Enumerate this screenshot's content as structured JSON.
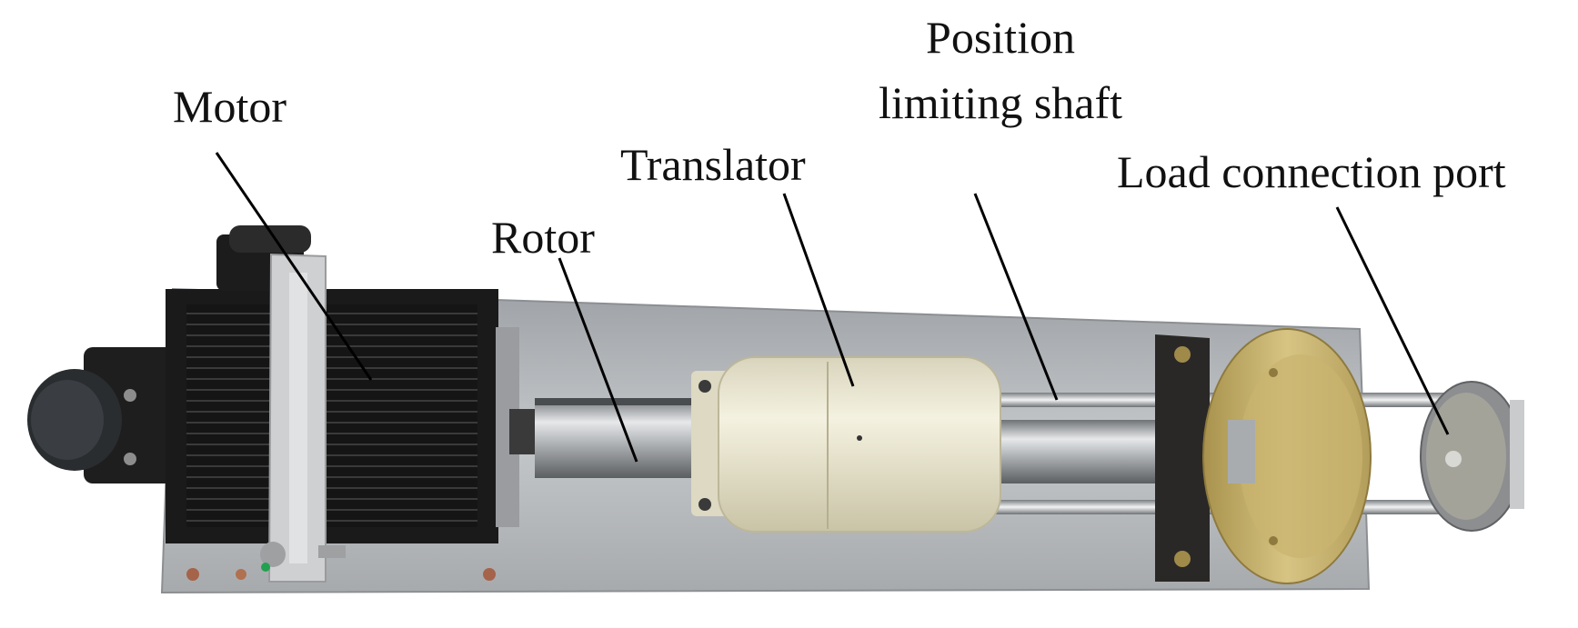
{
  "labels": {
    "motor": "Motor",
    "rotor": "Rotor",
    "translator": "Translator",
    "shaft_line1": "Position",
    "shaft_line2": "limiting shaft",
    "load_port": "Load connection port"
  },
  "colors": {
    "base_plate": "#b9bcbf",
    "motor_body": "#1b1b1b",
    "bracket": "#d3d3d3",
    "translator": "#ece8d2",
    "flange": "#c2ad6a",
    "steel": "#b7b9bc",
    "leader": "#000000"
  }
}
